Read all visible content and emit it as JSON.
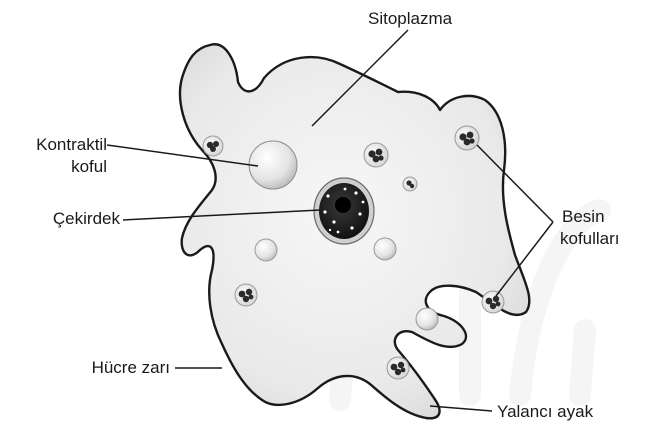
{
  "diagram": {
    "labels": {
      "cytoplasm": "Sitoplazma",
      "contractile_line1": "Kontraktil",
      "contractile_line2": "koful",
      "nucleus": "Çekirdek",
      "food_line1": "Besin",
      "food_line2": "kofulları",
      "membrane": "Hücre zarı",
      "pseudopod": "Yalancı ayak"
    }
  }
}
